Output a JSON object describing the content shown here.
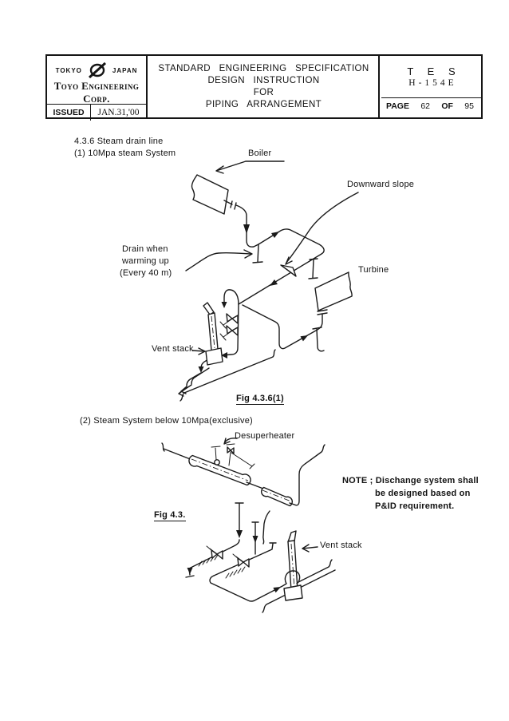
{
  "header": {
    "company": {
      "tokyo": "TOKYO",
      "japan": "JAPAN",
      "name": "Toyo Engineering Corp.",
      "issued_label": "ISSUED",
      "issued_date": "JAN.31,'00"
    },
    "title": {
      "line1": "STANDARD ENGINEERING SPECIFICATION",
      "line2": "DESIGN INSTRUCTION",
      "line3": "FOR",
      "line4": "PIPING ARRANGEMENT"
    },
    "doc": {
      "code_line1": "T E S",
      "code_line2": "H-154E",
      "page_label": "PAGE",
      "page_num": "62",
      "of_label": "OF",
      "page_total": "95"
    }
  },
  "section": {
    "heading": "4.3.6 Steam drain line",
    "item1": "(1) 10Mpa steam System",
    "item2": "(2) Steam System below 10Mpa(exclusive)"
  },
  "fig1": {
    "labels": {
      "boiler": "Boiler",
      "downward_slope": "Downward slope",
      "drain_line1": "Drain when",
      "drain_line2": "warming up",
      "drain_line3": "(Every 40 m)",
      "turbine": "Turbine",
      "vent_stack": "Vent stack"
    },
    "caption": "Fig 4.3.6(1)"
  },
  "fig2": {
    "labels": {
      "desuperheater": "Desuperheater",
      "vent_stack": "Vent stack"
    },
    "note": {
      "line1": "NOTE ; Dischange system shall",
      "line2": "be designed based on",
      "line3": "P&ID requirement."
    },
    "caption": "Fig 4.3."
  }
}
